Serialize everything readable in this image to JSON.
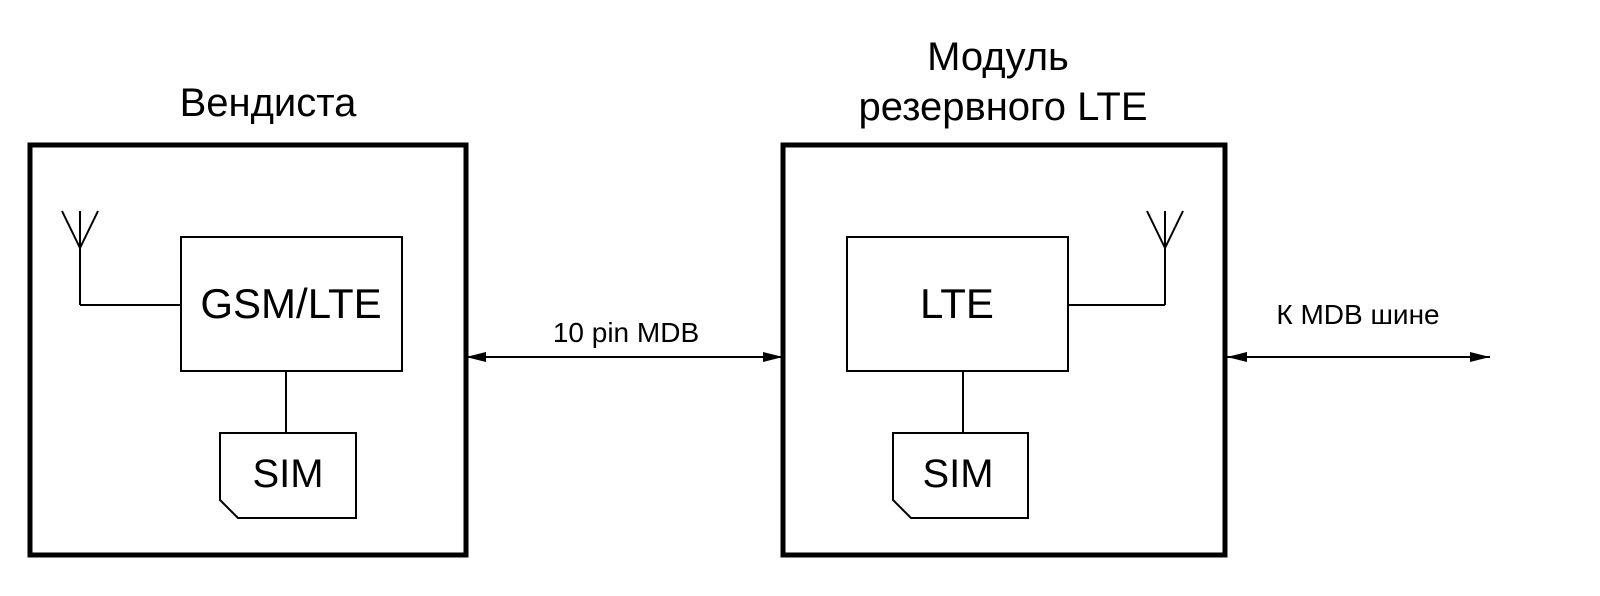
{
  "left_device": {
    "title": "Вендиста",
    "module_label": "GSM/LTE",
    "sim_label": "SIM"
  },
  "right_device": {
    "title_line1": "Модуль",
    "title_line2": "резервного LTE",
    "module_label": "LTE",
    "sim_label": "SIM"
  },
  "connection": {
    "between_label": "10 pin MDB",
    "bus_label": "К MDB шине"
  },
  "icons": {
    "antenna": "antenna-icon",
    "arrow": "double-arrow-icon"
  },
  "colors": {
    "line": "#000000",
    "background": "#ffffff"
  }
}
